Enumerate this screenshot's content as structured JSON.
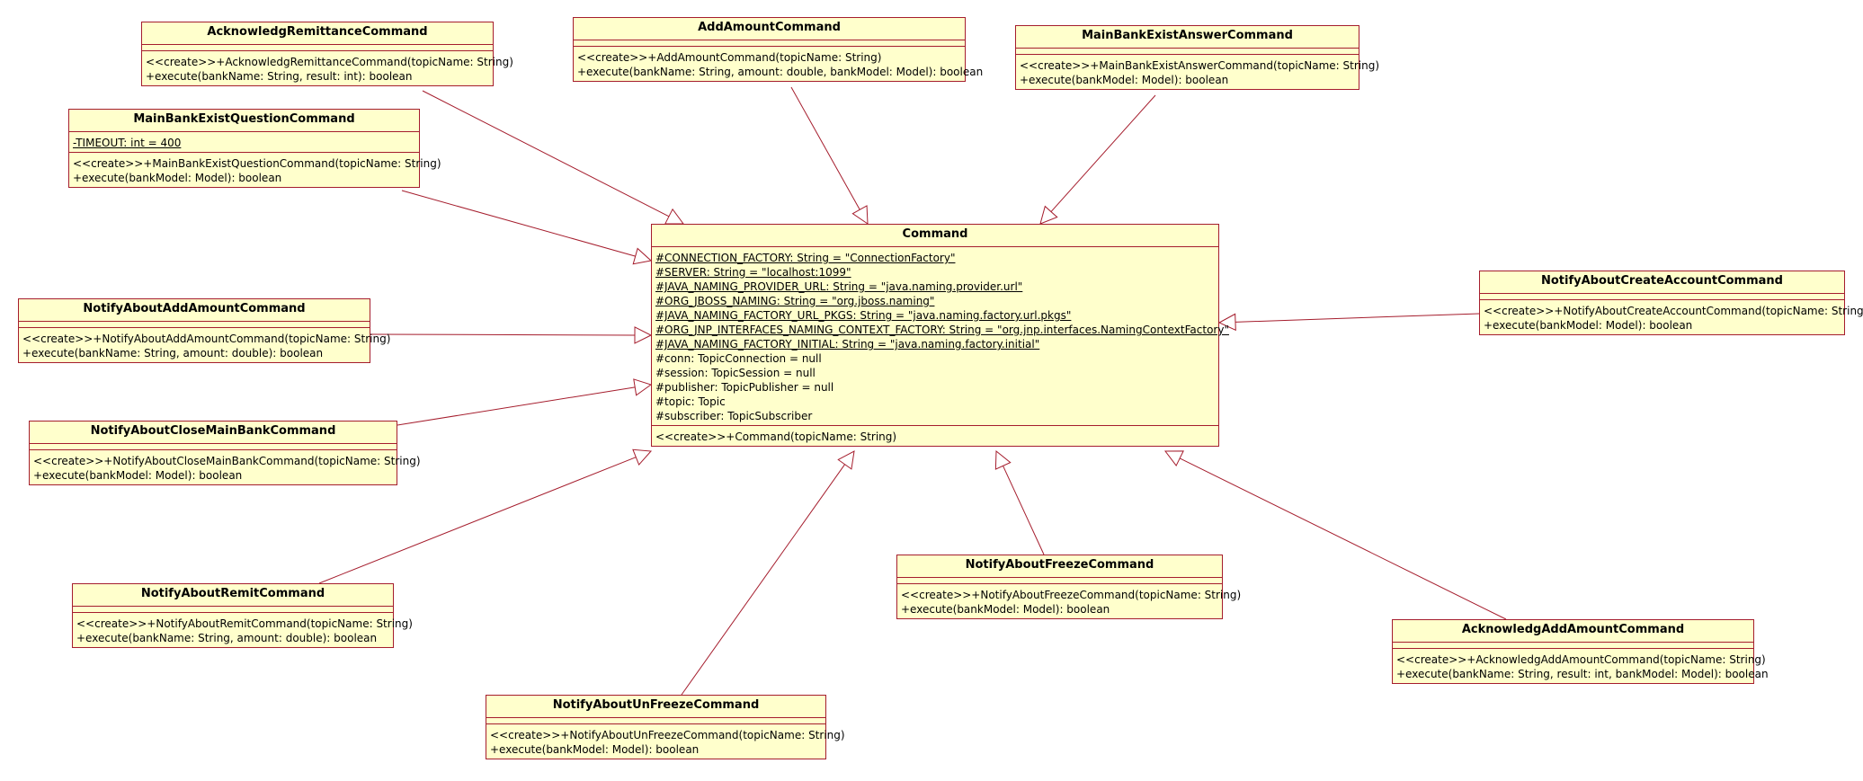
{
  "colors": {
    "box_fill": "#ffffcc",
    "box_border": "#a51d2d",
    "edge": "#a51d2d"
  },
  "classes": {
    "ack_remit": {
      "name": "AcknowledgRemittanceCommand",
      "attributes": [],
      "operations": [
        "<<create>>+AcknowledgRemittanceCommand(topicName: String)",
        "+execute(bankName: String, result: int): boolean"
      ]
    },
    "add_amount": {
      "name": "AddAmountCommand",
      "attributes": [],
      "operations": [
        "<<create>>+AddAmountCommand(topicName: String)",
        "+execute(bankName: String, amount: double, bankModel: Model): boolean"
      ]
    },
    "main_answer": {
      "name": "MainBankExistAnswerCommand",
      "attributes": [],
      "operations": [
        "<<create>>+MainBankExistAnswerCommand(topicName: String)",
        "+execute(bankModel: Model): boolean"
      ]
    },
    "main_question": {
      "name": "MainBankExistQuestionCommand",
      "attributes": [
        "-TIMEOUT: int = 400"
      ],
      "operations": [
        "<<create>>+MainBankExistQuestionCommand(topicName: String)",
        "+execute(bankModel: Model): boolean"
      ]
    },
    "command": {
      "name": "Command",
      "attributes": [
        "#CONNECTION_FACTORY: String = \"ConnectionFactory\"",
        "#SERVER: String = \"localhost:1099\"",
        "#JAVA_NAMING_PROVIDER_URL: String = \"java.naming.provider.url\"",
        "#ORG_JBOSS_NAMING: String = \"org.jboss.naming\"",
        "#JAVA_NAMING_FACTORY_URL_PKGS: String = \"java.naming.factory.url.pkgs\"",
        "#ORG_JNP_INTERFACES_NAMING_CONTEXT_FACTORY: String = \"org.jnp.interfaces.NamingContextFactory\"",
        "#JAVA_NAMING_FACTORY_INITIAL: String = \"java.naming.factory.initial\"",
        "#conn: TopicConnection = null",
        "#session: TopicSession = null",
        "#publisher: TopicPublisher = null",
        "#topic: Topic",
        "#subscriber: TopicSubscriber"
      ],
      "operations": [
        "<<create>>+Command(topicName: String)"
      ]
    },
    "notify_add": {
      "name": "NotifyAboutAddAmountCommand",
      "attributes": [],
      "operations": [
        "<<create>>+NotifyAboutAddAmountCommand(topicName: String)",
        "+execute(bankName: String, amount: double): boolean"
      ]
    },
    "notify_create": {
      "name": "NotifyAboutCreateAccountCommand",
      "attributes": [],
      "operations": [
        "<<create>>+NotifyAboutCreateAccountCommand(topicName: String)",
        "+execute(bankModel: Model): boolean"
      ]
    },
    "notify_close": {
      "name": "NotifyAboutCloseMainBankCommand",
      "attributes": [],
      "operations": [
        "<<create>>+NotifyAboutCloseMainBankCommand(topicName: String)",
        "+execute(bankModel: Model): boolean"
      ]
    },
    "notify_freeze": {
      "name": "NotifyAboutFreezeCommand",
      "attributes": [],
      "operations": [
        "<<create>>+NotifyAboutFreezeCommand(topicName: String)",
        "+execute(bankModel: Model): boolean"
      ]
    },
    "notify_remit": {
      "name": "NotifyAboutRemitCommand",
      "attributes": [],
      "operations": [
        "<<create>>+NotifyAboutRemitCommand(topicName: String)",
        "+execute(bankName: String, amount: double): boolean"
      ]
    },
    "ack_add": {
      "name": "AcknowledgAddAmountCommand",
      "attributes": [],
      "operations": [
        "<<create>>+AcknowledgAddAmountCommand(topicName: String)",
        "+execute(bankName: String, result: int, bankModel: Model): boolean"
      ]
    },
    "notify_unfreeze": {
      "name": "NotifyAboutUnFreezeCommand",
      "attributes": [],
      "operations": [
        "<<create>>+NotifyAboutUnFreezeCommand(topicName: String)",
        "+execute(bankModel: Model): boolean"
      ]
    }
  },
  "relations": [
    {
      "from": "ack_remit",
      "to": "command",
      "type": "generalization"
    },
    {
      "from": "add_amount",
      "to": "command",
      "type": "generalization"
    },
    {
      "from": "main_answer",
      "to": "command",
      "type": "generalization"
    },
    {
      "from": "main_question",
      "to": "command",
      "type": "generalization"
    },
    {
      "from": "notify_add",
      "to": "command",
      "type": "generalization"
    },
    {
      "from": "notify_create",
      "to": "command",
      "type": "generalization"
    },
    {
      "from": "notify_close",
      "to": "command",
      "type": "generalization"
    },
    {
      "from": "notify_remit",
      "to": "command",
      "type": "generalization"
    },
    {
      "from": "notify_unfreeze",
      "to": "command",
      "type": "generalization"
    },
    {
      "from": "notify_freeze",
      "to": "command",
      "type": "generalization"
    },
    {
      "from": "ack_add",
      "to": "command",
      "type": "generalization"
    }
  ]
}
